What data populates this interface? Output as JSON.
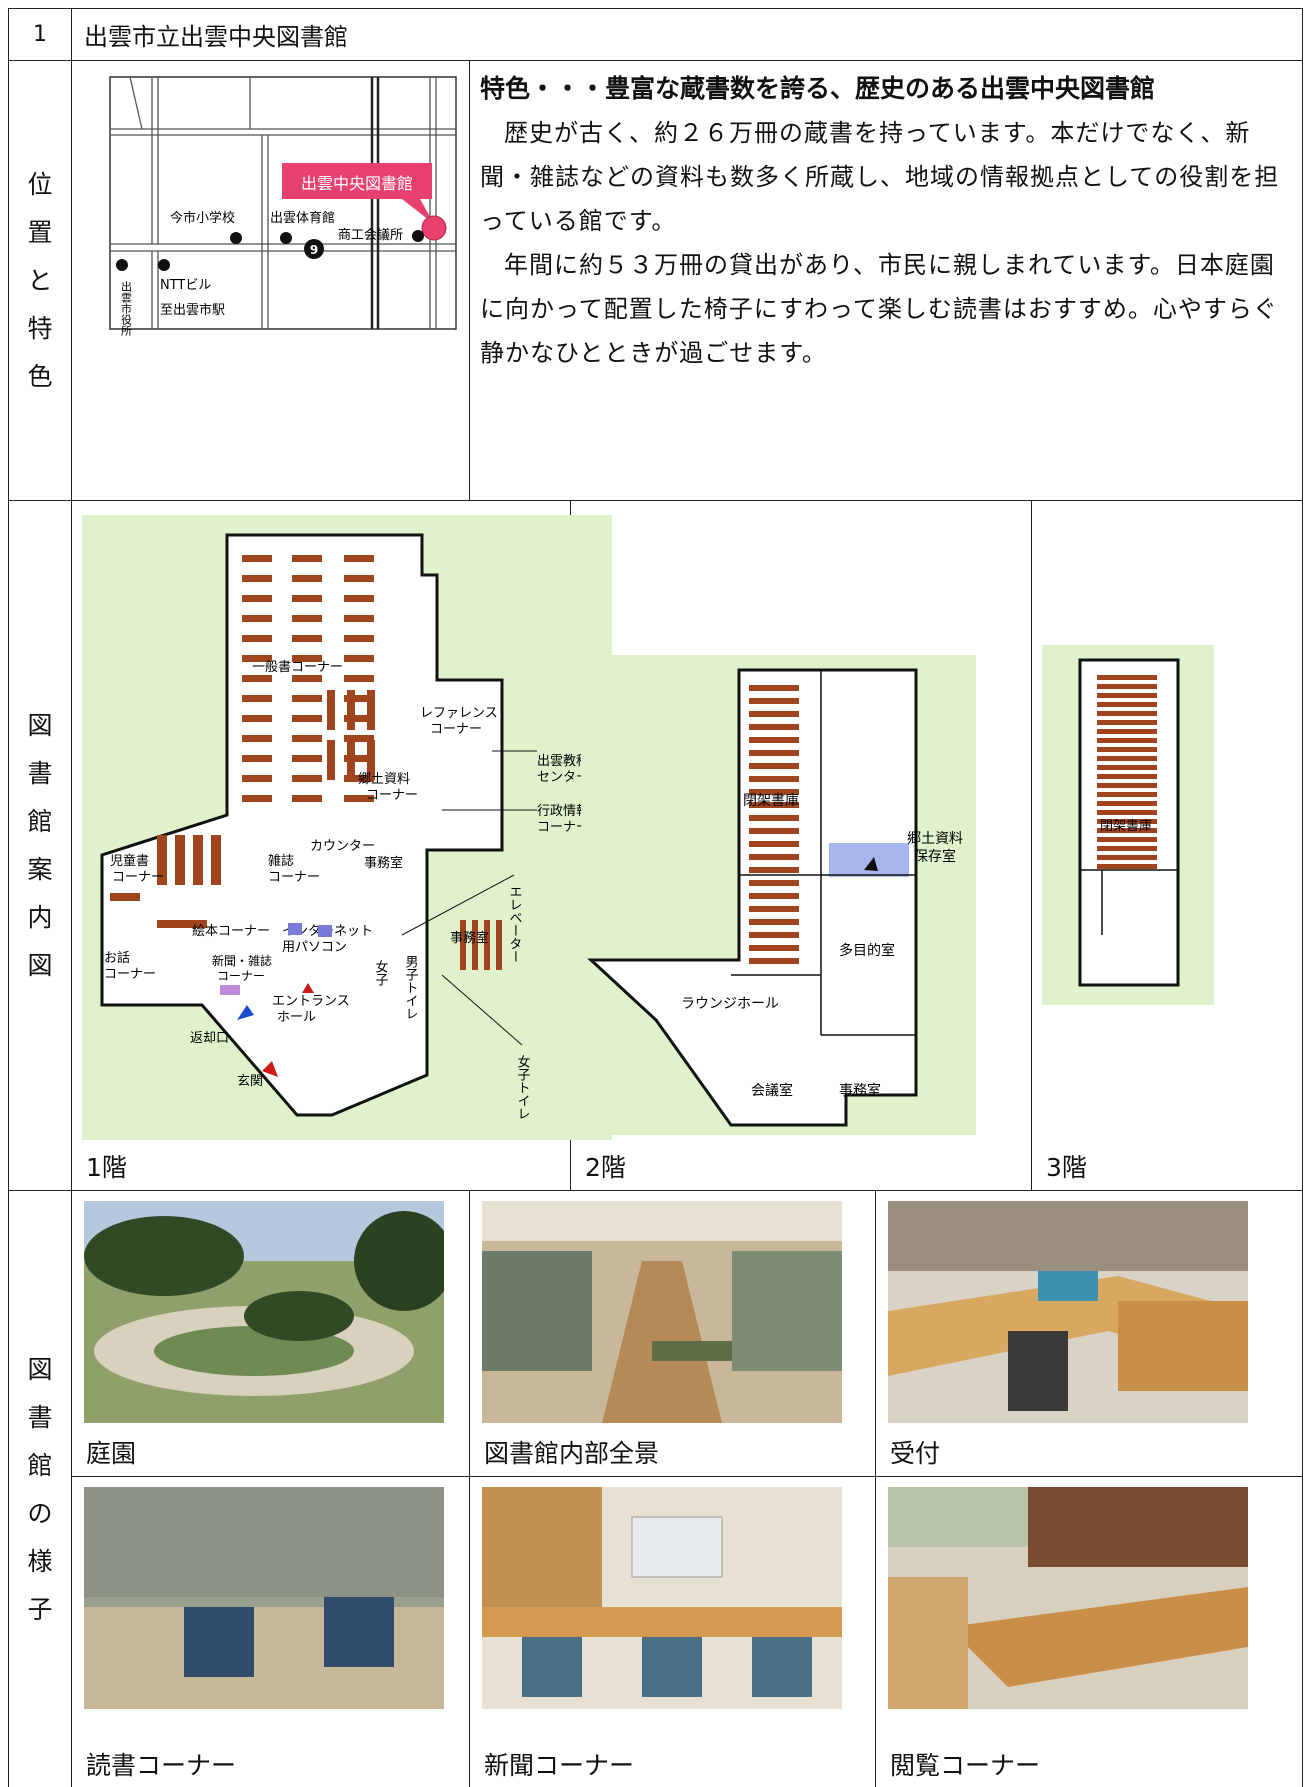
{
  "entry": {
    "number": "1",
    "title": "出雲市立出雲中央図書館"
  },
  "location_section": {
    "label_chars": [
      "位",
      "置",
      "と",
      "特",
      "色"
    ],
    "map": {
      "library": "出雲中央図書館",
      "school": "今市小学校",
      "gym": "出雲体育館",
      "chamber": "商工会議所",
      "ntt": "NTTビル",
      "station": "至出雲市駅",
      "cityhall": "出雲市役所",
      "route": "9"
    },
    "features": {
      "title": "特色・・・豊富な蔵書数を誇る、歴史のある出雲中央図書館",
      "p1": "歴史が古く、約２６万冊の蔵書を持っています。本だけでなく、新聞・雑誌などの資料も数多く所蔵し、地域の情報拠点としての役割を担っている館です。",
      "p2": "年間に約５３万冊の貸出があり、市民に親しまれています。日本庭園に向かって配置した椅子にすわって楽しむ読書はおすすめ。心やすらぐ静かなひとときが過ごせます。"
    }
  },
  "floor_section": {
    "label_chars": [
      "図",
      "書",
      "館",
      "案",
      "内",
      "図"
    ],
    "floor1": {
      "label": "1階",
      "general": "一般書コーナー",
      "reference": "レファレンス",
      "reference2": "コーナー",
      "textbook": "出雲教科書",
      "textbook2": "センター",
      "local": "郷土資料",
      "local2": "コーナー",
      "admin": "行政情報",
      "admin2": "コーナー",
      "counter": "カウンター",
      "office": "事務室",
      "office2": "事務室",
      "magazine": "雑誌",
      "magazine2": "コーナー",
      "children": "児童書",
      "children2": "コーナー",
      "picture": "絵本コーナー",
      "internet": "インターネット",
      "internet2": "用パソコン",
      "news": "新聞・雑誌",
      "news2": "コーナー",
      "story": "お話",
      "story2": "コーナー",
      "elevator": "エレベーター",
      "mens": "男子トイレ",
      "womens_short": "女子",
      "entrance": "エントランス",
      "entrance2": "ホール",
      "return": "返却口",
      "front": "玄関",
      "womens": "女子トイレ"
    },
    "floor2": {
      "label": "2階",
      "closed": "閉架書庫",
      "local": "郷土資料",
      "local2": "保存室",
      "multi": "多目的室",
      "lounge": "ラウンジホール",
      "meeting": "会議室",
      "office": "事務室"
    },
    "floor3": {
      "label": "3階",
      "closed": "閉架書庫"
    }
  },
  "photo_section": {
    "label_chars": [
      "図",
      "書",
      "館",
      "の",
      "様",
      "子"
    ],
    "photos": [
      "庭園",
      "図書館内部全景",
      "受付",
      "読書コーナー",
      "新聞コーナー",
      "閲覧コーナー"
    ]
  },
  "colors": {
    "floor_bg": "#dff2cc",
    "shelf": "#a0441e",
    "pin": "#e8406e",
    "purple": "#c08ad8",
    "blue": "#7a7ad8"
  }
}
